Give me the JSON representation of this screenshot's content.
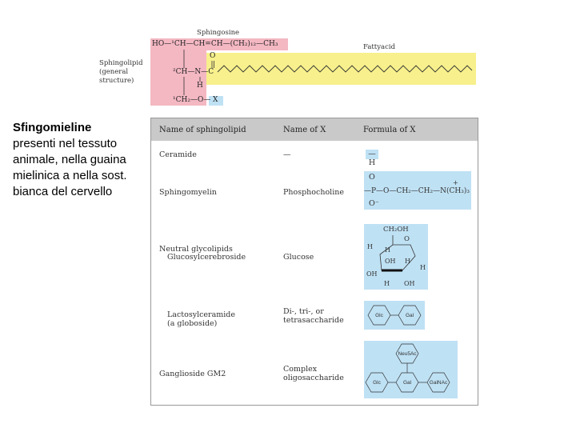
{
  "caption": {
    "title": "Sfingomieline",
    "text": "presenti nel tessuto animale, nella guaina mielinica a nella sost. bianca del cervello"
  },
  "structure": {
    "label_sphingosine": "Sphingosine",
    "label_fattyacid": "Fattyacid",
    "label_sphingolipid": "Sphingolipid",
    "label_general": "(general",
    "label_structure": "structure)",
    "chain_top": "HO—¹CH—CH=CH—(CH₂)₁₂—CH₃",
    "c2": "²CH—N—C",
    "h_on_n": "H",
    "c1": "¹CH₂—O—",
    "x": "X",
    "o_top": "O"
  },
  "table": {
    "headers": [
      "Name of sphingolipid",
      "Name of X",
      "Formula of X"
    ],
    "rows": [
      {
        "name": "Ceramide",
        "x": "—",
        "formula": "—H"
      },
      {
        "name": "Sphingomyelin",
        "x": "Phosphocholine"
      },
      {
        "name": "Neutral glycolipids",
        "name2": "Glucosylcerebroside",
        "x": "Glucose"
      },
      {
        "name": "Lactosylceramide",
        "name2": "(a globoside)",
        "x": "Di-, tri-, or",
        "x2": "tetrasaccharide"
      },
      {
        "name": "Ganglioside GM2",
        "x": "Complex",
        "x2": "oligosaccharide"
      }
    ],
    "phosphocholine": {
      "o_top": "O",
      "formula": "—P—O—CH₂—CH₂—N(CH₃)₃",
      "o_bottom": "O⁻",
      "plus": "+"
    },
    "glucose": {
      "ch2oh": "CH₂OH",
      "o": "O",
      "labels": [
        "H",
        "H",
        "OH",
        "H",
        "H",
        "OH",
        "H",
        "OH"
      ]
    },
    "hexagons_di": [
      "Glc",
      "Gal"
    ],
    "hexagons_gm2": [
      "Neu5Ac",
      "Glc",
      "Gal",
      "GalNAc"
    ]
  },
  "colors": {
    "pink": "#f4b8c3",
    "yellow": "#f7f08c",
    "blue": "#bfe1f4",
    "header_gray": "#c9c9c9"
  }
}
